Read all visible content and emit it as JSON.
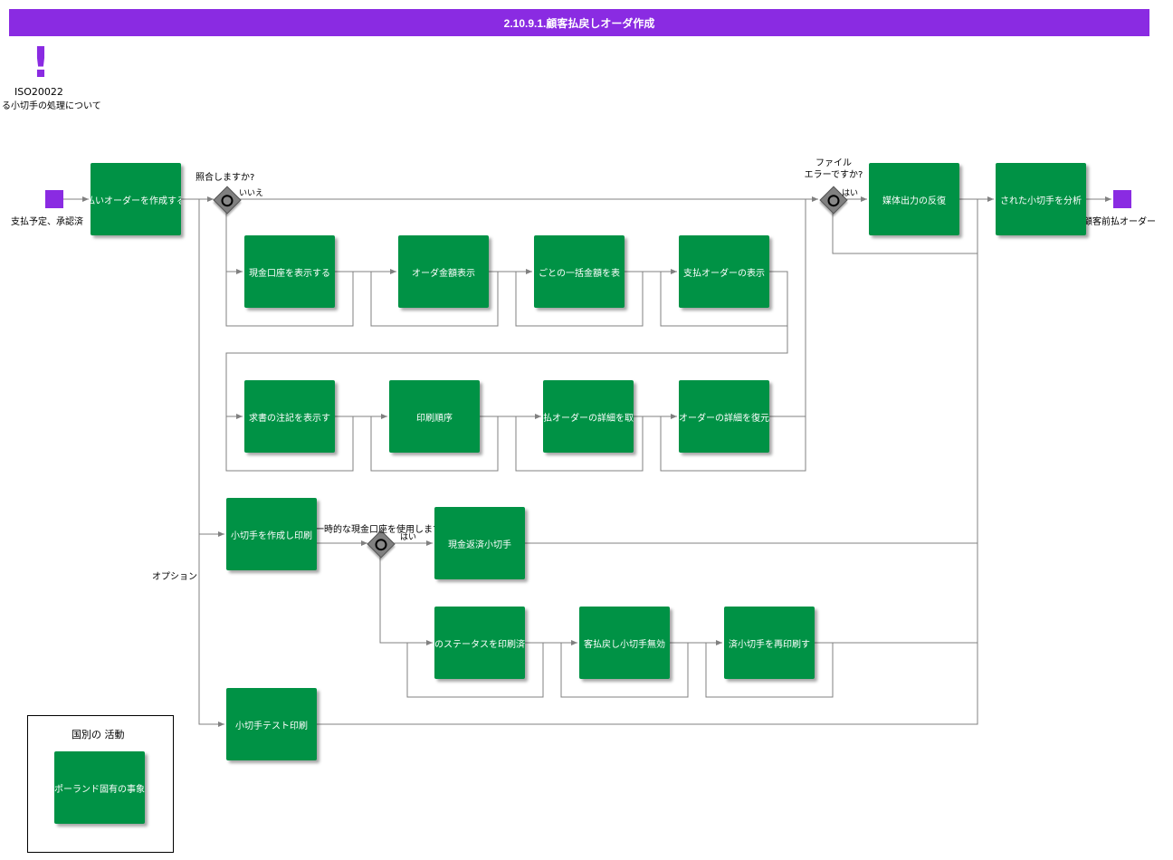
{
  "title": "2.10.9.1.顧客払戻しオーダ作成",
  "note": {
    "line1": "ISO20022",
    "line2": "る小切手の処理について",
    "icon": "exclamation-icon"
  },
  "events": {
    "start": "支払予定、承認済",
    "end": "顧客前払オーダー"
  },
  "activities": {
    "create_order": "払いオーダーを作成する",
    "show_cash_account": "現金口座を表示する",
    "order_amount": "オーダ金額表示",
    "bulk_amount": "ごとの一括金額を表",
    "show_payment_order": "支払オーダーの表示",
    "show_invoice_note": "求書の注記を表示す",
    "print_order": "印刷順序",
    "order_detail": "払オーダーの詳細を取",
    "restore_detail": "オーダーの詳細を復元",
    "media_recovery": "媒体出力の反復",
    "analyze_check": "された小切手を分析",
    "create_print_check": "小切手を作成し印刷",
    "cash_refund_check": "現金返済小切手",
    "print_status": "のステータスを印刷済",
    "void_check": "客払戻し小切手無効",
    "reprint_check": "済小切手を再印刷す",
    "test_print": "小切手テスト印刷",
    "poland_event": "ポーランド固有の事象"
  },
  "gateways": {
    "match": {
      "question": "照合しますか?",
      "no": "いいえ"
    },
    "file_error": {
      "question_line1": "ファイル",
      "question_line2": "エラーですか?",
      "yes": "はい"
    },
    "temp_account": {
      "question": "一時的な現金口座を使用しますか?",
      "yes": "はい"
    }
  },
  "option_label": "オプション",
  "legend": {
    "title": "国別の 活動"
  },
  "colors": {
    "title_bar": "#8a2be2",
    "event": "#8a2be2",
    "activity": "#009245",
    "gateway": "#808080",
    "connector": "#808080"
  }
}
